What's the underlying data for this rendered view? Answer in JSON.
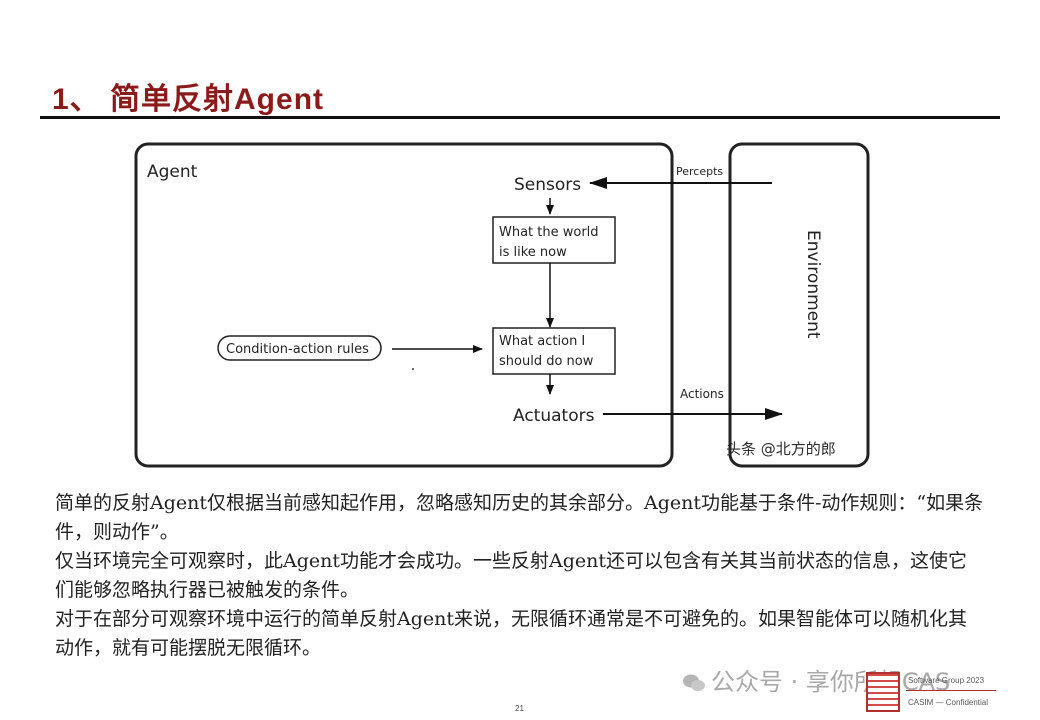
{
  "header": {
    "title": "1、 简单反射Agent"
  },
  "diagram": {
    "agent_label": "Agent",
    "sensors": "Sensors",
    "world_box": [
      "What the world",
      "is like now"
    ],
    "action_box": [
      "What action I",
      "should do now"
    ],
    "rules": "Condition-action rules",
    "actuators": "Actuators",
    "percepts": "Percepts",
    "actions": "Actions",
    "environment": "Environment",
    "watermark": "头条 @北方的郎"
  },
  "body": {
    "paragraphs": [
      "简单的反射Agent仅根据当前感知起作用，忽略感知历史的其余部分。Agent功能基于条件-动作规则：“如果条件，则动作”。",
      "仅当环境完全可观察时，此Agent功能才会成功。一些反射Agent还可以包含有关其当前状态的信息，这使它们能够忽略执行器已被触发的条件。",
      "对于在部分可观察环境中运行的简单反射Agent来说，无限循环通常是不可避免的。如果智能体可以随机化其动作，就有可能摆脱无限循环。"
    ]
  },
  "footer": {
    "wechat": "公众号 · 享你所想CAS",
    "group": "Software Group 2023",
    "confidential": "CASIM — Confidential",
    "page": "21"
  }
}
